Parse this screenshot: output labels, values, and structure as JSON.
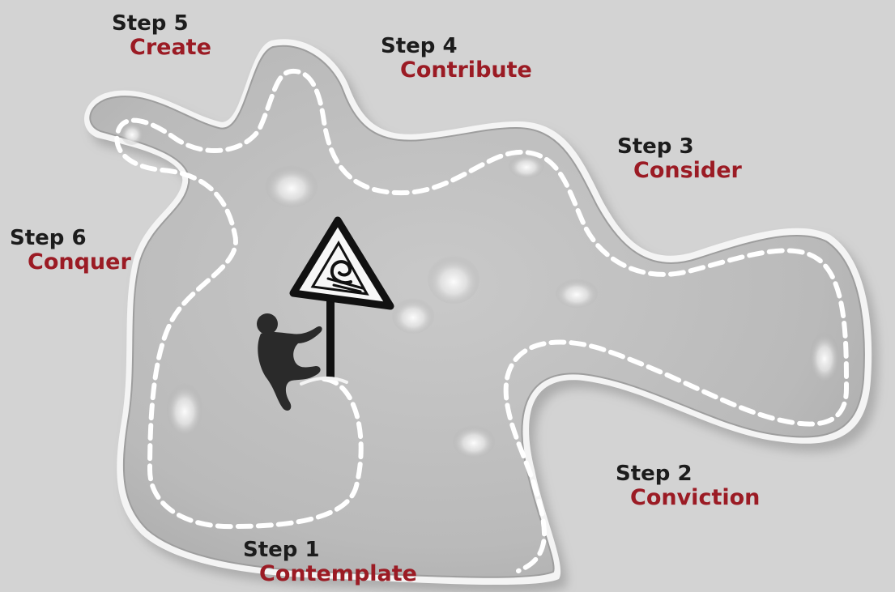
{
  "colors": {
    "background": "#d3d3d3",
    "step_number": "#1c1c1c",
    "step_name": "#9b1b24",
    "island_fill": "#bdbdbd",
    "island_edge": "#f4f4f4",
    "path_dashes": "#ffffff",
    "sign_border": "#111111",
    "figure": "#2a2a2a"
  },
  "icons": {
    "sign": "warning-sign-icon",
    "figure": "climbing-person-icon"
  },
  "steps": [
    {
      "number": "Step 1",
      "name": "Contemplate"
    },
    {
      "number": "Step 2",
      "name": "Conviction"
    },
    {
      "number": "Step 3",
      "name": "Consider"
    },
    {
      "number": "Step 4",
      "name": "Contribute"
    },
    {
      "number": "Step 5",
      "name": "Create"
    },
    {
      "number": "Step 6",
      "name": "Conquer"
    }
  ]
}
